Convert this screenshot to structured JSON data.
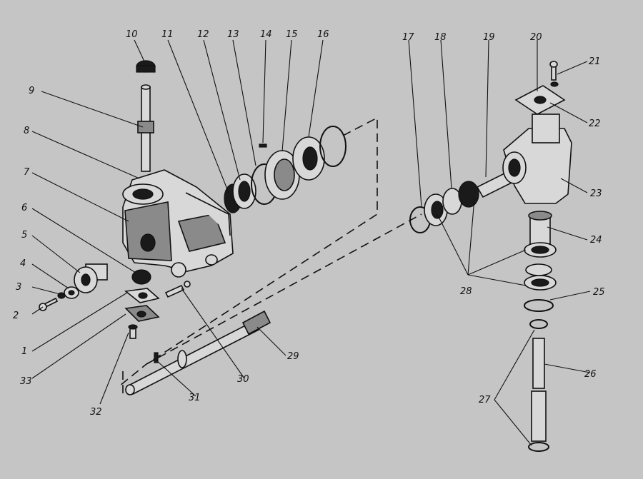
{
  "diagram": {
    "background": "#c5c5c5",
    "ink": "#111111",
    "callouts": [
      "1",
      "2",
      "3",
      "4",
      "5",
      "6",
      "7",
      "8",
      "9",
      "10",
      "11",
      "12",
      "13",
      "14",
      "15",
      "16",
      "17",
      "18",
      "19",
      "20",
      "21",
      "22",
      "23",
      "24",
      "25",
      "26",
      "27",
      "28",
      "29",
      "30",
      "31",
      "32",
      "33"
    ]
  }
}
